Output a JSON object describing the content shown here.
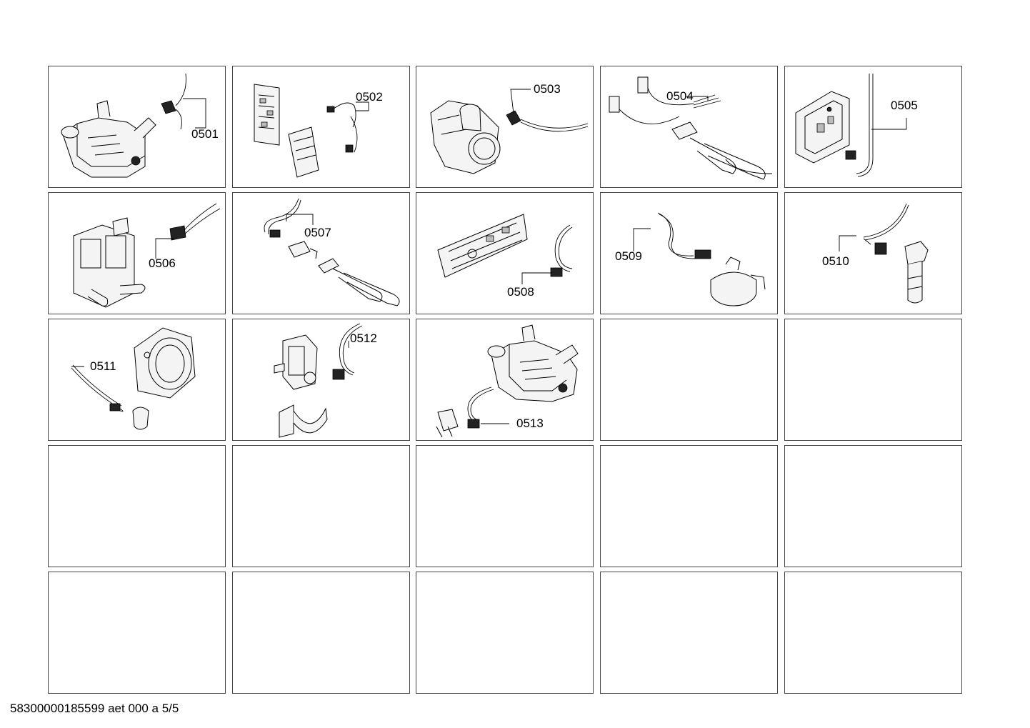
{
  "footer_text": "58300000185599 aet 000 a 5/5",
  "cells": [
    {
      "label": "0501",
      "icon": "motor-with-connector-icon"
    },
    {
      "label": "0502",
      "icon": "control-board-with-harness-icon"
    },
    {
      "label": "0503",
      "icon": "drain-pump-with-cable-icon"
    },
    {
      "label": "0504",
      "icon": "heating-element-with-harness-icon"
    },
    {
      "label": "0505",
      "icon": "module-board-with-cable-icon"
    },
    {
      "label": "0506",
      "icon": "inlet-valve-with-connector-icon"
    },
    {
      "label": "0507",
      "icon": "sensor-and-heater-harness-icon"
    },
    {
      "label": "0508",
      "icon": "display-board-with-cable-icon"
    },
    {
      "label": "0509",
      "icon": "pressure-switch-with-cable-icon"
    },
    {
      "label": "0510",
      "icon": "sensor-plug-with-cable-icon"
    },
    {
      "label": "0511",
      "icon": "pump-housing-with-cable-icon"
    },
    {
      "label": "0512",
      "icon": "valve-and-bracket-with-cable-icon"
    },
    {
      "label": "0513",
      "icon": "motor-with-switch-cable-icon"
    },
    {
      "label": "",
      "icon": ""
    },
    {
      "label": "",
      "icon": ""
    },
    {
      "label": "",
      "icon": ""
    },
    {
      "label": "",
      "icon": ""
    },
    {
      "label": "",
      "icon": ""
    },
    {
      "label": "",
      "icon": ""
    },
    {
      "label": "",
      "icon": ""
    },
    {
      "label": "",
      "icon": ""
    },
    {
      "label": "",
      "icon": ""
    },
    {
      "label": "",
      "icon": ""
    },
    {
      "label": "",
      "icon": ""
    },
    {
      "label": "",
      "icon": ""
    }
  ]
}
